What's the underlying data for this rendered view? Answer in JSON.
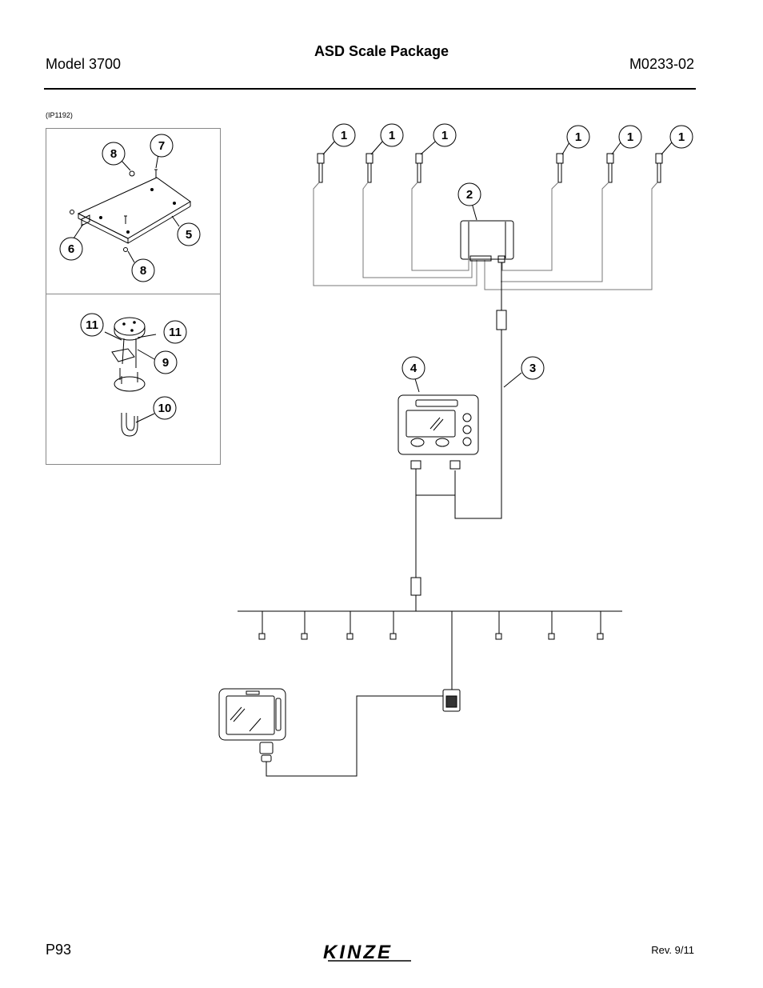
{
  "header": {
    "model": "Model 3700",
    "title": "ASD Scale Package",
    "doc_number": "M0233-02"
  },
  "figure_ref": "(IP1192)",
  "callouts": {
    "load_cell": "1",
    "module": "2",
    "harness": "3",
    "monitor": "4",
    "plate": "5",
    "bracket": "6",
    "screw": "7",
    "nut": "8",
    "mount": "9",
    "u_bolt": "10",
    "mount_screw": "11"
  },
  "footer": {
    "page": "P93",
    "brand": "KINZE",
    "revision": "Rev. 9/11"
  }
}
